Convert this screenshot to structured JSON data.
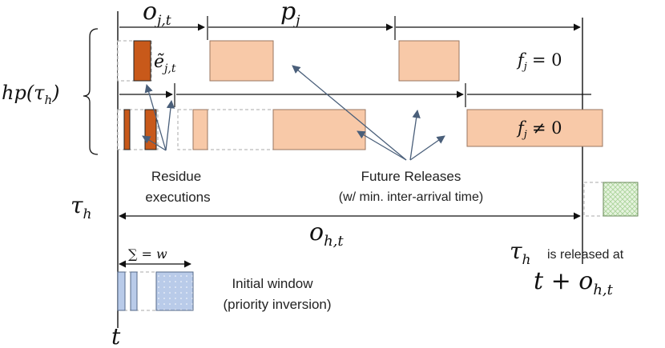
{
  "labels": {
    "o_jt": "o",
    "o_jt_sub": "j,t",
    "p_j": "p",
    "p_j_sub": "j",
    "e_jt": "ẽ",
    "e_jt_sub": "j,t",
    "f_zero": "= 0",
    "f_nonzero": "≠ 0",
    "f_sym": "f",
    "f_sub": "j",
    "hp_prefix": "hp(τ",
    "hp_sub": "h",
    "hp_suffix": ")",
    "tau": "τ",
    "tau_sub": "h",
    "o_ht": "o",
    "o_ht_sub": "h,t",
    "sum_label": "∑ = w",
    "t": "t",
    "residue_line1": "Residue",
    "residue_line2": "executions",
    "future_line1": "Future Releases",
    "future_line2": "(w/ min. inter-arrival time)",
    "initial_line1": "Initial window",
    "initial_line2": "(priority inversion)",
    "released_text": "is released at",
    "released_tau": "τ",
    "released_tau_sub": "h",
    "t_plus": "t + o",
    "t_plus_sub": "h,t"
  },
  "colors": {
    "residue": "#c8591a",
    "future": "#f8c9a8",
    "future_stroke": "#9a7660",
    "initial": "#b9cbe9",
    "green": "#cfe8c2",
    "ink": "#111111",
    "pointer": "#4a5f7a"
  }
}
